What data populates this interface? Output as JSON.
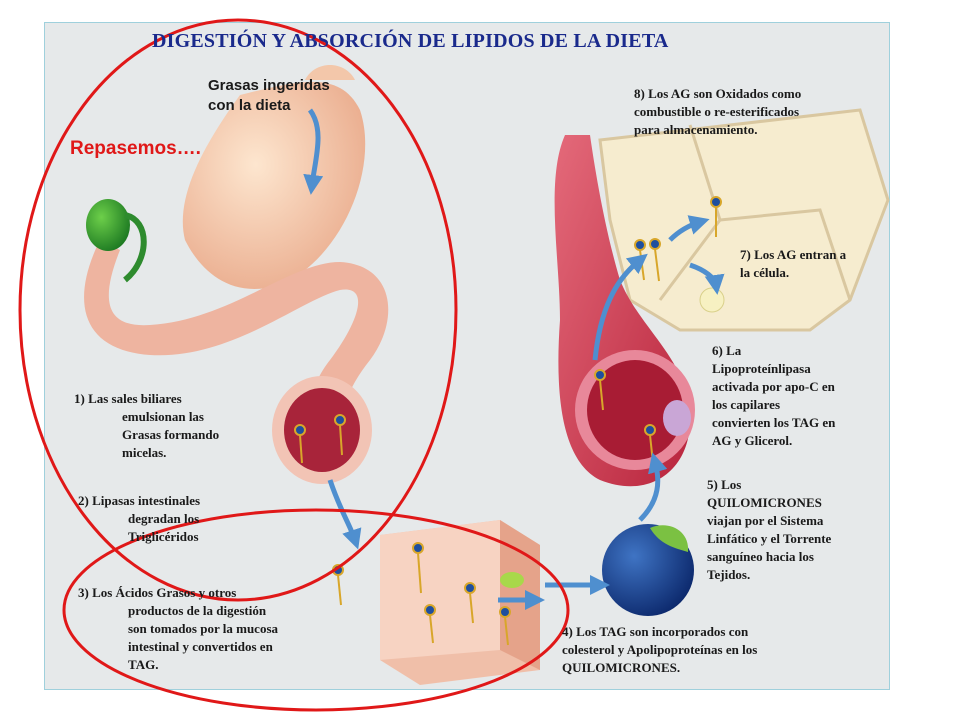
{
  "title": "DIGESTIÓN Y ABSORCIÓN DE LIPIDOS DE LA DIETA",
  "review_label": "Repasemos….",
  "ingested_label": [
    "Grasas ingeridas",
    "con la dieta"
  ],
  "steps": [
    {
      "id": "1",
      "lines": [
        "1) Las sales biliares",
        "emulsionan las",
        "Grasas formando",
        "micelas."
      ]
    },
    {
      "id": "2",
      "lines": [
        "2)  Lipasas intestinales",
        "degradan los",
        "Triglicéridos"
      ]
    },
    {
      "id": "3",
      "lines": [
        "3) Los Ácidos Grasos y otros",
        "productos de la digestión",
        "son tomados por la mucosa",
        "intestinal y convertidos en",
        "TAG."
      ]
    },
    {
      "id": "4",
      "lines": [
        "4) Los TAG son incorporados con",
        "colesterol y Apolipoproteínas en los",
        "QUILOMICRONES."
      ]
    },
    {
      "id": "5",
      "lines": [
        "5) Los",
        "QUILOMICRONES",
        "viajan por el Sistema",
        "Linfático y el Torrente",
        "sanguíneo hacia los",
        "Tejidos."
      ]
    },
    {
      "id": "6",
      "lines": [
        "6) La",
        "Lipoproteínlipasa",
        "activada por apo-C en",
        "los capilares",
        "convierten los TAG en",
        "AG y Glicerol."
      ]
    },
    {
      "id": "7",
      "lines": [
        "7) Los AG entran a",
        "la célula."
      ]
    },
    {
      "id": "8",
      "lines": [
        "8) Los AG son Oxidados como",
        "combustible o re-esterificados",
        "para almacenamiento."
      ]
    }
  ],
  "colors": {
    "title": "#1a2a8c",
    "annotation_circle": "#e01818",
    "arrow": "#4f8fcf",
    "panel": "#e6e9ea"
  }
}
